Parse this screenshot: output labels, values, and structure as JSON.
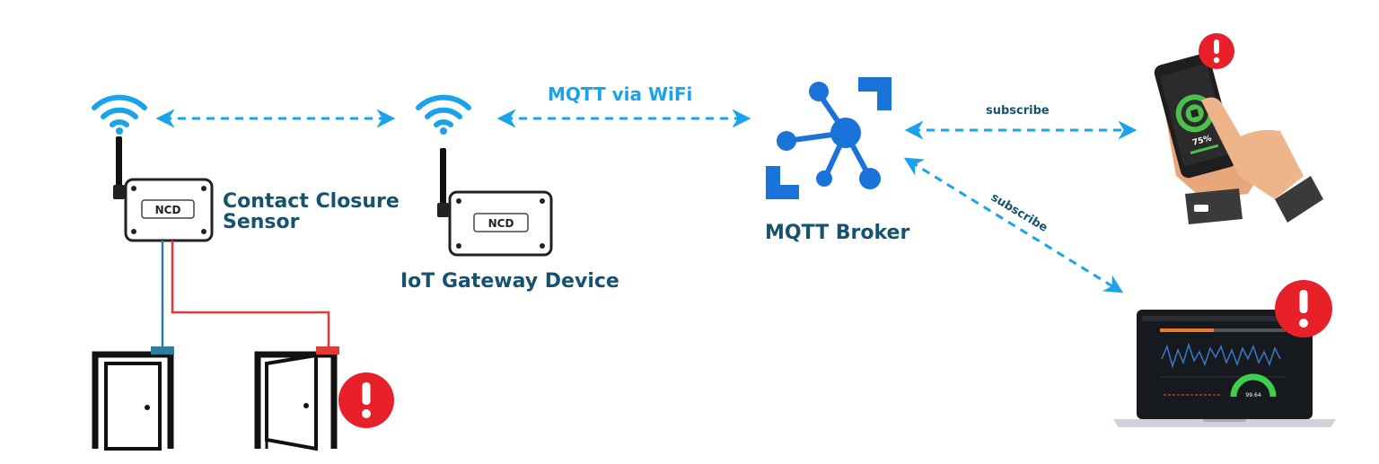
{
  "labels": {
    "sensor_line1": "Contact Closure",
    "sensor_line2": "Sensor",
    "gateway": "IoT Gateway Device",
    "broker": "MQTT Broker",
    "link": "MQTT via WiFi",
    "subscribe_phone": "subscribe",
    "subscribe_laptop": "subscribe",
    "device_logo": "NCD",
    "phone_battery": "75%",
    "laptop_gauge": "99.64"
  },
  "colors": {
    "accent": "#1aa3ea",
    "label": "#17536e",
    "broker": "#1a73d9",
    "alert": "#e8202a",
    "wire_blue": "#2b7f9e",
    "wire_red": "#e53935",
    "gauge": "#3ecf4a"
  },
  "icons": [
    "wifi-icon",
    "antenna-icon",
    "network-hub-icon",
    "alert-icon",
    "door-closed-icon",
    "door-open-icon",
    "phone-icon",
    "laptop-icon"
  ]
}
